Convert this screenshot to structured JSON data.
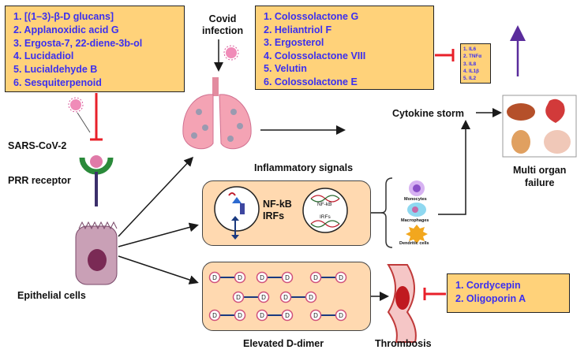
{
  "compound_box_1": {
    "items": [
      "[(1–3)-β-D glucans]",
      "Applanoxidic acid G",
      "Ergosta-7, 22-diene-3b-ol",
      "Lucidadiol",
      "Lucialdehyde B",
      "Sesquiterpenoid"
    ]
  },
  "compound_box_2": {
    "items": [
      "Colossolactone G",
      "Heliantriol F",
      "Ergosterol",
      "Colossolactone VIII",
      "Velutin",
      "Colossolactone E"
    ]
  },
  "compound_box_3": {
    "items": [
      "Cordycepin",
      "Oligoporin A"
    ]
  },
  "cytokine_box": {
    "items": [
      "IL6",
      "TNFα",
      "IL8",
      "IL1β",
      "IL2"
    ]
  },
  "labels": {
    "covid_infection": "Covid\ninfection",
    "sars_cov2": "SARS-CoV-2",
    "prr_receptor": "PRR receptor",
    "epithelial_cells": "Epithelial cells",
    "inflammatory_signals": "Inflammatory signals",
    "cytokine_storm": "Cytokine storm",
    "multi_organ_failure": "Multi organ\nfailure",
    "elevated_d_dimer": "Elevated D-dimer",
    "thrombosis": "Thrombosis",
    "nfkb_irfs": "NF-kB\nIRFs",
    "dna_nfkb": "NF-kB",
    "dna_irfs": "IRFs",
    "monocytes": "Monocytes",
    "macrophages": "Macrophages",
    "dendritic_cells": "Dendritic cells",
    "d_letter": "D"
  },
  "colors": {
    "box_fill": "#ffd27a",
    "compound_text": "#3b2ff0",
    "inhibit_red": "#e8202a",
    "up_arrow": "#5a2c9c",
    "lung_pink": "#f4a3b4",
    "cell_pink": "#c9a0b6"
  }
}
